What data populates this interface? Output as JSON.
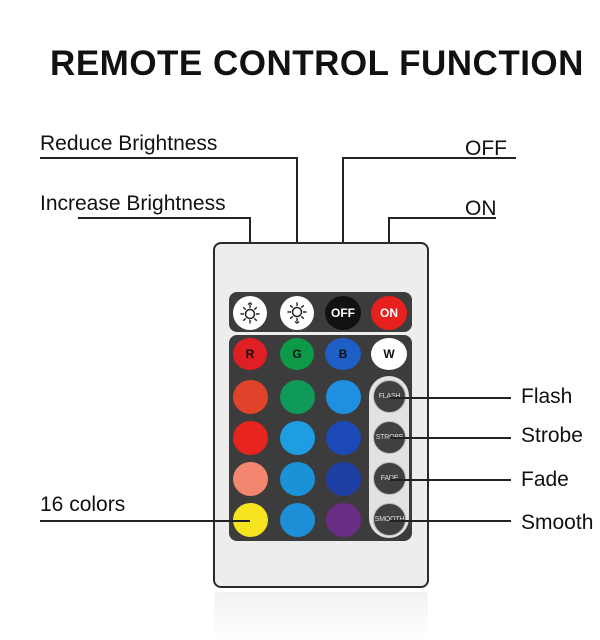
{
  "title": "REMOTE CONTROL FUNCTION",
  "callouts": {
    "reduce_brightness": "Reduce Brightness",
    "increase_brightness": "Increase Brightness",
    "off": "OFF",
    "on": "ON",
    "flash": "Flash",
    "strobe": "Strobe",
    "fade": "Fade",
    "smooth": "Smooth",
    "colors16": "16 colors"
  },
  "remote": {
    "top_row": {
      "increase_icon": "sun-up-icon",
      "reduce_icon": "sun-down-icon",
      "off_label": "OFF",
      "on_label": "ON"
    },
    "rgbw": {
      "r": "R",
      "g": "G",
      "b": "B",
      "w": "W"
    },
    "function_buttons": {
      "flash": "FLASH",
      "strobe": "STROBE",
      "fade": "FADE",
      "smooth": "SMOOTH"
    },
    "color_grid": [
      [
        "#e0432a",
        "#0f9a5a",
        "#1f8fe0"
      ],
      [
        "#e8241f",
        "#1f9de2",
        "#1c49b8"
      ],
      [
        "#f2866e",
        "#1a92d8",
        "#1e3fa6"
      ],
      [
        "#f5e41e",
        "#1e8ed6",
        "#6a2d84"
      ]
    ],
    "colors": {
      "r": "#e01f24",
      "g": "#0c9a48",
      "b": "#1d5ec7",
      "w": "#ffffff",
      "off": "#111111",
      "on": "#e8201d",
      "body": "#ededed",
      "pad": "#3c3c3c"
    }
  }
}
